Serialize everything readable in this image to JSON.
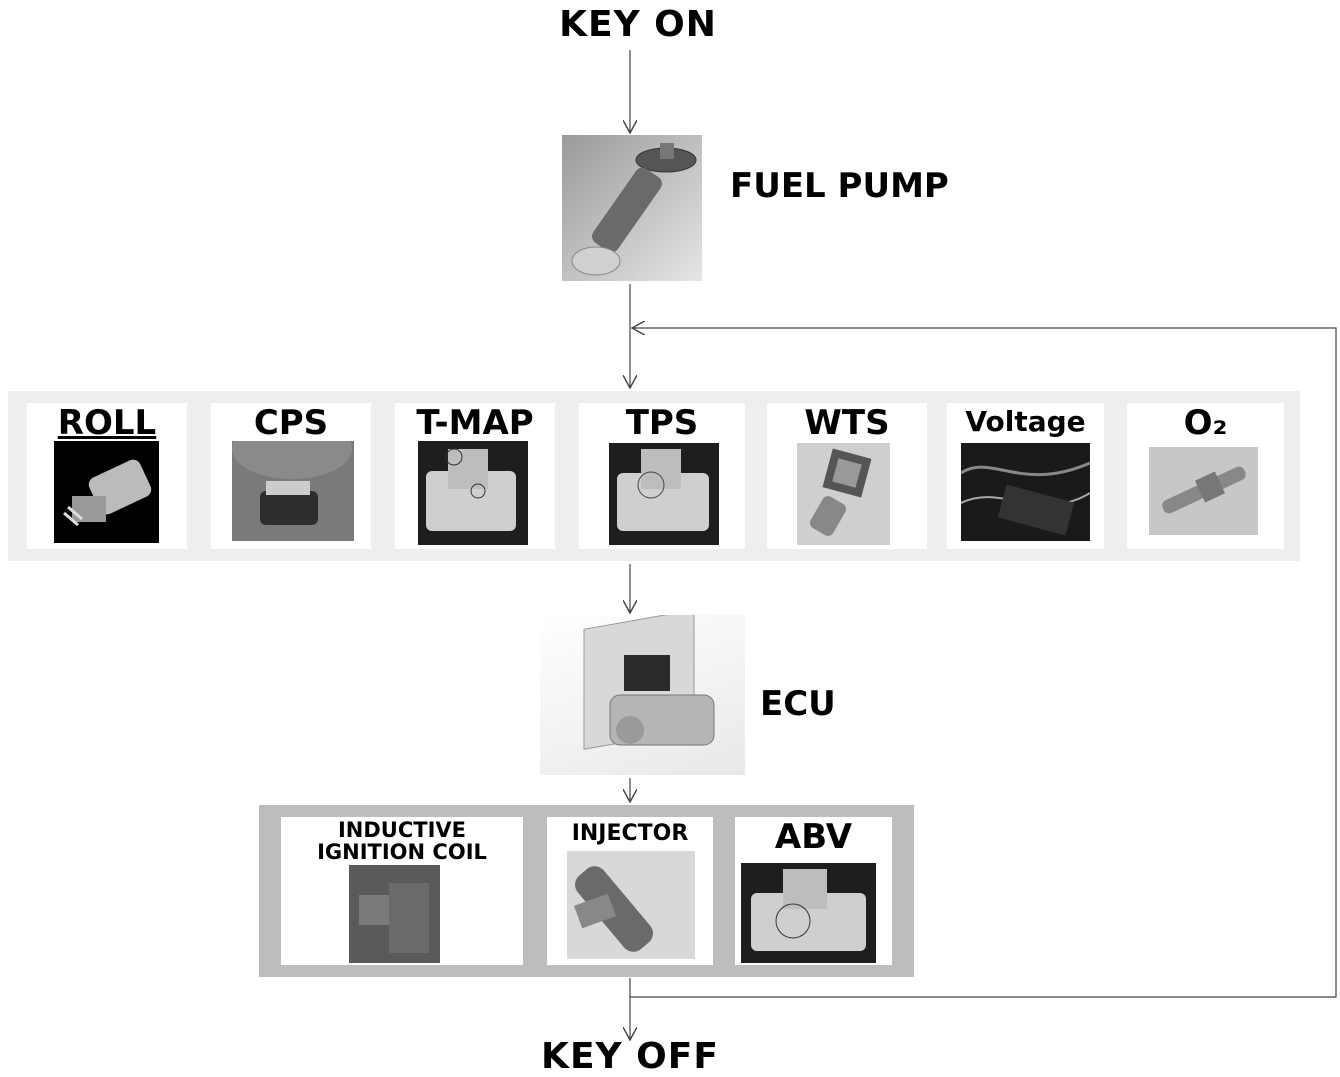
{
  "top": {
    "label": "KEY ON"
  },
  "fuel_pump": {
    "label": "FUEL PUMP",
    "icon": "fuel-pump-icon"
  },
  "sensors": {
    "items": [
      {
        "label": "ROLL",
        "icon": "roll-sensor-icon"
      },
      {
        "label": "CPS",
        "icon": "cps-sensor-icon"
      },
      {
        "label": "T-MAP",
        "icon": "t-map-sensor-icon"
      },
      {
        "label": "TPS",
        "icon": "tps-sensor-icon"
      },
      {
        "label": "WTS",
        "icon": "wts-sensor-icon"
      },
      {
        "label": "Voltage",
        "icon": "voltage-wiring-icon"
      },
      {
        "label": "O₂",
        "icon": "o2-sensor-icon"
      }
    ]
  },
  "ecu": {
    "label": "ECU",
    "icon": "ecu-icon"
  },
  "actuators": {
    "items": [
      {
        "label_line1": "INDUCTIVE",
        "label_line2": "IGNITION COIL",
        "icon": "ignition-coil-icon"
      },
      {
        "label": "INJECTOR",
        "icon": "injector-icon"
      },
      {
        "label": "ABV",
        "icon": "abv-icon"
      }
    ]
  },
  "bottom": {
    "label": "KEY OFF"
  },
  "colors": {
    "panel": "#eeeeee",
    "actuator_panel": "#bdbdbd",
    "line": "#444444"
  }
}
